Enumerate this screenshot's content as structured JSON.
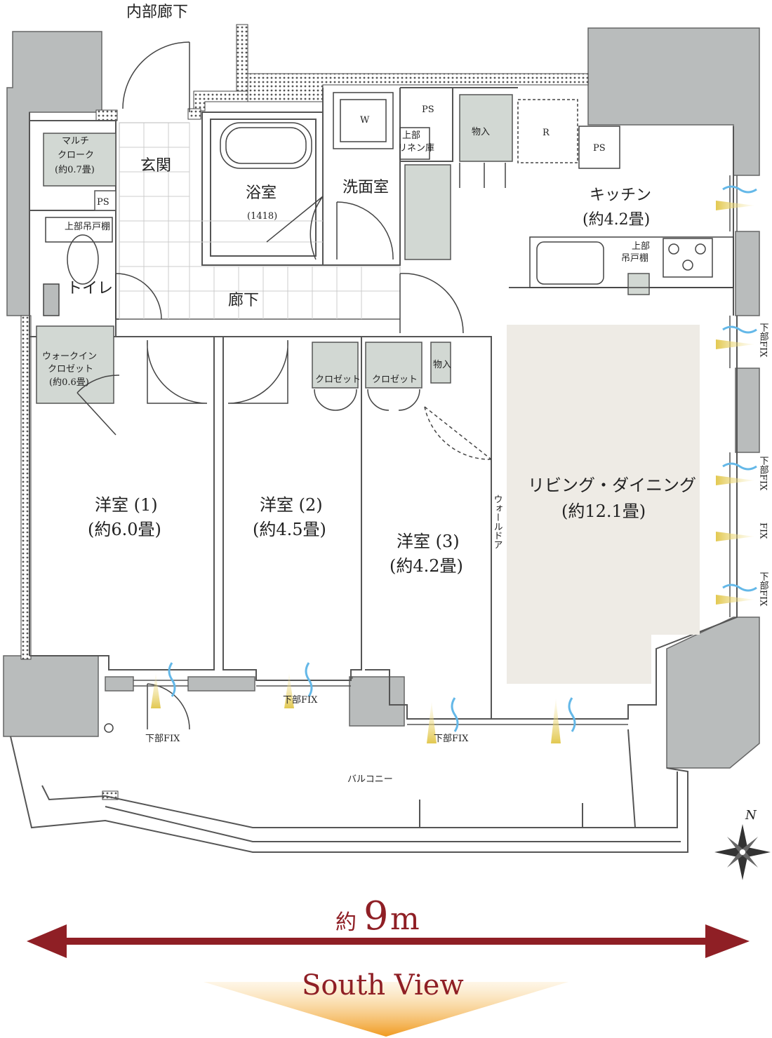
{
  "header": {
    "corridor": "内部廊下"
  },
  "rooms": {
    "genkan": "玄関",
    "multi_cloak_1": "マルチ",
    "multi_cloak_2": "クローク",
    "multi_cloak_3": "(約0.7畳)",
    "ps": "PS",
    "toilet": "トイレ",
    "upper_shelf": "上部吊戸棚",
    "walkin_1": "ウォークイン",
    "walkin_2": "クロゼット",
    "walkin_3": "(約0.6畳)",
    "bath": "浴室",
    "bath_size": "(1418)",
    "washroom": "洗面室",
    "washer": "W",
    "linen_1": "上部",
    "linen_2": "リネン庫",
    "storage": "物入",
    "fridge": "R",
    "kitchen": "キッチン",
    "kitchen_size": "(約4.2畳)",
    "kitchen_shelf_1": "上部",
    "kitchen_shelf_2": "吊戸棚",
    "hallway": "廊下",
    "closet": "クロゼット",
    "room1": "洋室 (1)",
    "room1_size": "(約6.0畳)",
    "room2": "洋室 (2)",
    "room2_size": "(約4.5畳)",
    "room3": "洋室 (3)",
    "room3_size": "(約4.2畳)",
    "wall_door": "ウォールドア",
    "living": "リビング・ダイニング",
    "living_size": "(約12.1畳)",
    "balcony": "バルコニー",
    "lower_fix": "下部FIX",
    "fix": "FIX",
    "lower_fix_v": "下部",
    "north": "N"
  },
  "dimension": {
    "prefix": "約",
    "value": "9",
    "unit": "m"
  },
  "view": {
    "label": "South View"
  },
  "colors": {
    "wall": "#888888",
    "wall_fill": "#b9bcbc",
    "living_fill": "#eeebe5",
    "closet_fill": "#d2d8d3",
    "arrow": "#8f1f25",
    "view_arrow": "#f0a030",
    "view_text": "#8f1f25",
    "breeze_blue": "#64b8e8",
    "sun_yellow": "#e2c850"
  }
}
